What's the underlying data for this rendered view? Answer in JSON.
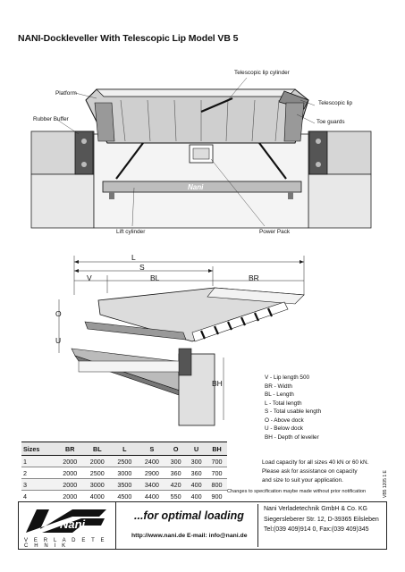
{
  "title": "NANI-Dockleveller With Telescopic Lip  Model VB 5",
  "diagram_labels": {
    "telescopic_lip_cylinder": "Telescopic lip cylinder",
    "platform": "Platform",
    "telescopic_lip": "Telescopic lip",
    "rubber_buffer": "Rubber Buffer",
    "toe_guards": "Toe guards",
    "lift_cylinder": "Lift cylinder",
    "power_pack": "Power Pack",
    "machine_brand": "Nani"
  },
  "dimension_labels": {
    "L": "L",
    "S": "S",
    "V": "V",
    "BL": "BL",
    "BR": "BR",
    "O": "O",
    "U": "U",
    "BH": "BH"
  },
  "legend": [
    "V   - Lip length 500",
    "BR - Width",
    "BL - Length",
    "L    - Total length",
    "S    - Total usable length",
    "O    - Above dock",
    "U    - Below dock",
    "BH - Depth of leveller"
  ],
  "table": {
    "headers": [
      "Sizes",
      "BR",
      "BL",
      "L",
      "S",
      "O",
      "U",
      "BH"
    ],
    "rows": [
      [
        "1",
        "2000",
        "2000",
        "2500",
        "2400",
        "300",
        "300",
        "700"
      ],
      [
        "2",
        "2000",
        "2500",
        "3000",
        "2900",
        "360",
        "360",
        "700"
      ],
      [
        "3",
        "2000",
        "3000",
        "3500",
        "3400",
        "420",
        "400",
        "800"
      ],
      [
        "4",
        "2000",
        "4000",
        "4500",
        "4400",
        "550",
        "400",
        "900"
      ]
    ]
  },
  "notes": [
    "Load capacity for all sizes 40 kN or 60 kN.",
    "Please ask for assistance on capacity",
    "and size to suit your application."
  ],
  "changes_note": "Changes to specification maybe made without prior notification",
  "doc_id": "VB5 1205 1 E",
  "footer": {
    "logo": "Nani",
    "logo_sub": "V E R L A D E T E C H N I K",
    "slogan": "...for optimal loading",
    "web": "http://www.nani.de   E-mail: info@nani.de",
    "company": "Nani Verladetechnik GmbH & Co. KG",
    "address": "Siegersleberer Str. 12, D-39365 Eilsleben",
    "phone": "Tel:(039 409)914 0, Fax:(039 409)345"
  }
}
